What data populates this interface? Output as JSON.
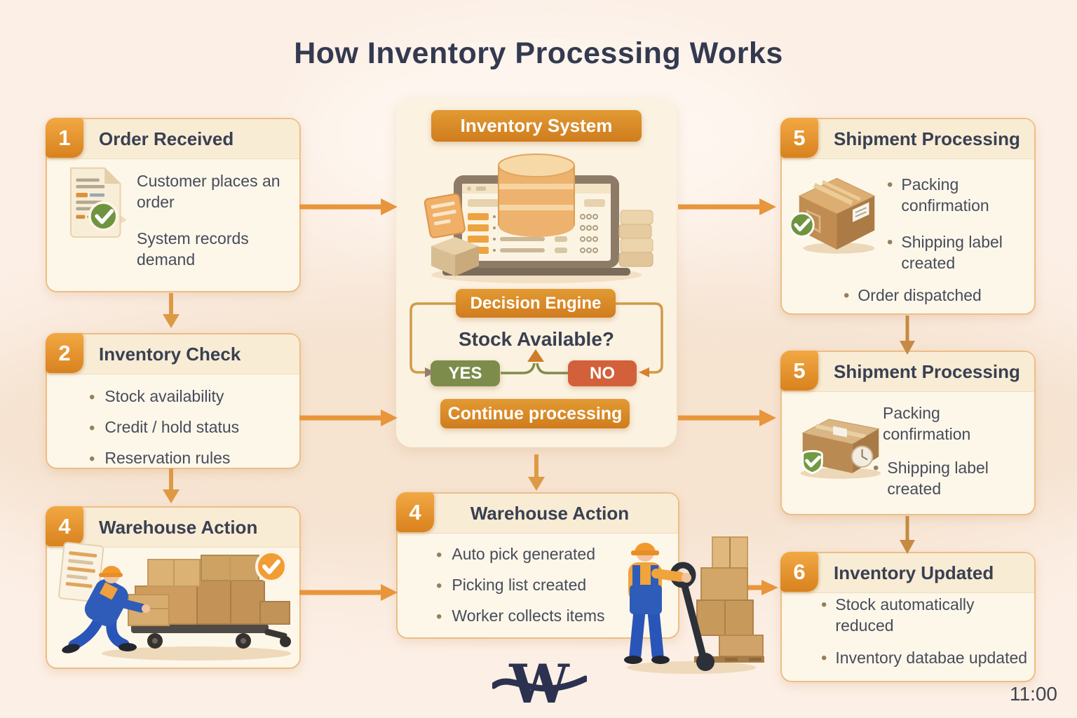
{
  "title": "How Inventory Processing Works",
  "clock": "11:00",
  "steps": {
    "order": {
      "num": "1",
      "title": "Order Received",
      "line1": "Customer places an order",
      "line2": "System records demand"
    },
    "check": {
      "num": "2",
      "title": "Inventory Check",
      "bullets": [
        "Stock availability",
        "Credit / hold status",
        "Reservation rules"
      ]
    },
    "warehouse_left": {
      "num": "4",
      "title": "Warehouse Action"
    },
    "warehouse_center": {
      "num": "4",
      "title": "Warehouse Action",
      "bullets": [
        "Auto pick generated",
        "Picking list created",
        "Worker collects items"
      ]
    },
    "shipment_top": {
      "num": "5",
      "title": "Shipment Processing",
      "bullets": [
        "Packing confirmation",
        "Shipping label created",
        "Order dispatched"
      ]
    },
    "shipment_mid": {
      "num": "5",
      "title": "Shipment Processing",
      "bullets": [
        "Packing confirmation",
        "Shipping label created"
      ]
    },
    "updated": {
      "num": "6",
      "title": "Inventory Updated",
      "bullets": [
        "Stock automatically reduced",
        "Inventory databae updated"
      ]
    }
  },
  "system": {
    "label": "Inventory System",
    "decision": "Decision Engine",
    "question": "Stock Available?",
    "yes": "YES",
    "no": "NO",
    "continue": "Continue processing"
  },
  "colors": {
    "background": "#fcefe5",
    "accent_orange": "#e8953b",
    "badge_orange": "#e08b28",
    "yes_green": "#7d8c4b",
    "no_red": "#d2603a",
    "title_text": "#333a50",
    "check_green": "#6f9440"
  }
}
